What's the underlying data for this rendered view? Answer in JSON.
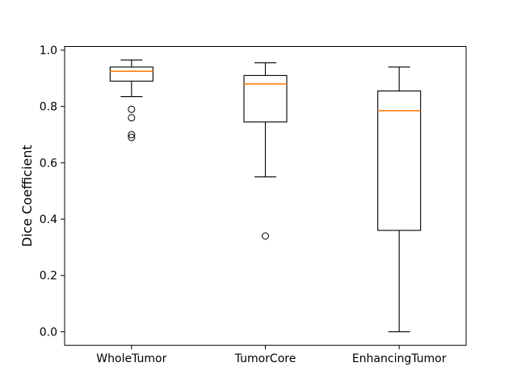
{
  "chart_data": {
    "type": "boxplot",
    "title": "",
    "xlabel": "",
    "ylabel": "Dice Coefficient",
    "categories": [
      "WholeTumor",
      "TumorCore",
      "EnhancingTumor"
    ],
    "yticks": [
      "0.0",
      "0.2",
      "0.4",
      "0.6",
      "0.8",
      "1.0"
    ],
    "ylim": [
      -0.048,
      1.013
    ],
    "grid": false,
    "legend": false,
    "colors": {
      "background": "#ffffff",
      "axes": "#000000",
      "box_line": "#000000",
      "median_line": "#ff7f0e"
    },
    "series": [
      {
        "name": "WholeTumor",
        "whisker_low": 0.835,
        "q1": 0.89,
        "median": 0.925,
        "q3": 0.94,
        "whisker_high": 0.965,
        "outliers": [
          0.79,
          0.76,
          0.7,
          0.69
        ]
      },
      {
        "name": "TumorCore",
        "whisker_low": 0.55,
        "q1": 0.745,
        "median": 0.88,
        "q3": 0.91,
        "whisker_high": 0.955,
        "outliers": [
          0.34
        ]
      },
      {
        "name": "EnhancingTumor",
        "whisker_low": 0.0,
        "q1": 0.36,
        "median": 0.785,
        "q3": 0.855,
        "whisker_high": 0.94,
        "outliers": []
      }
    ]
  }
}
